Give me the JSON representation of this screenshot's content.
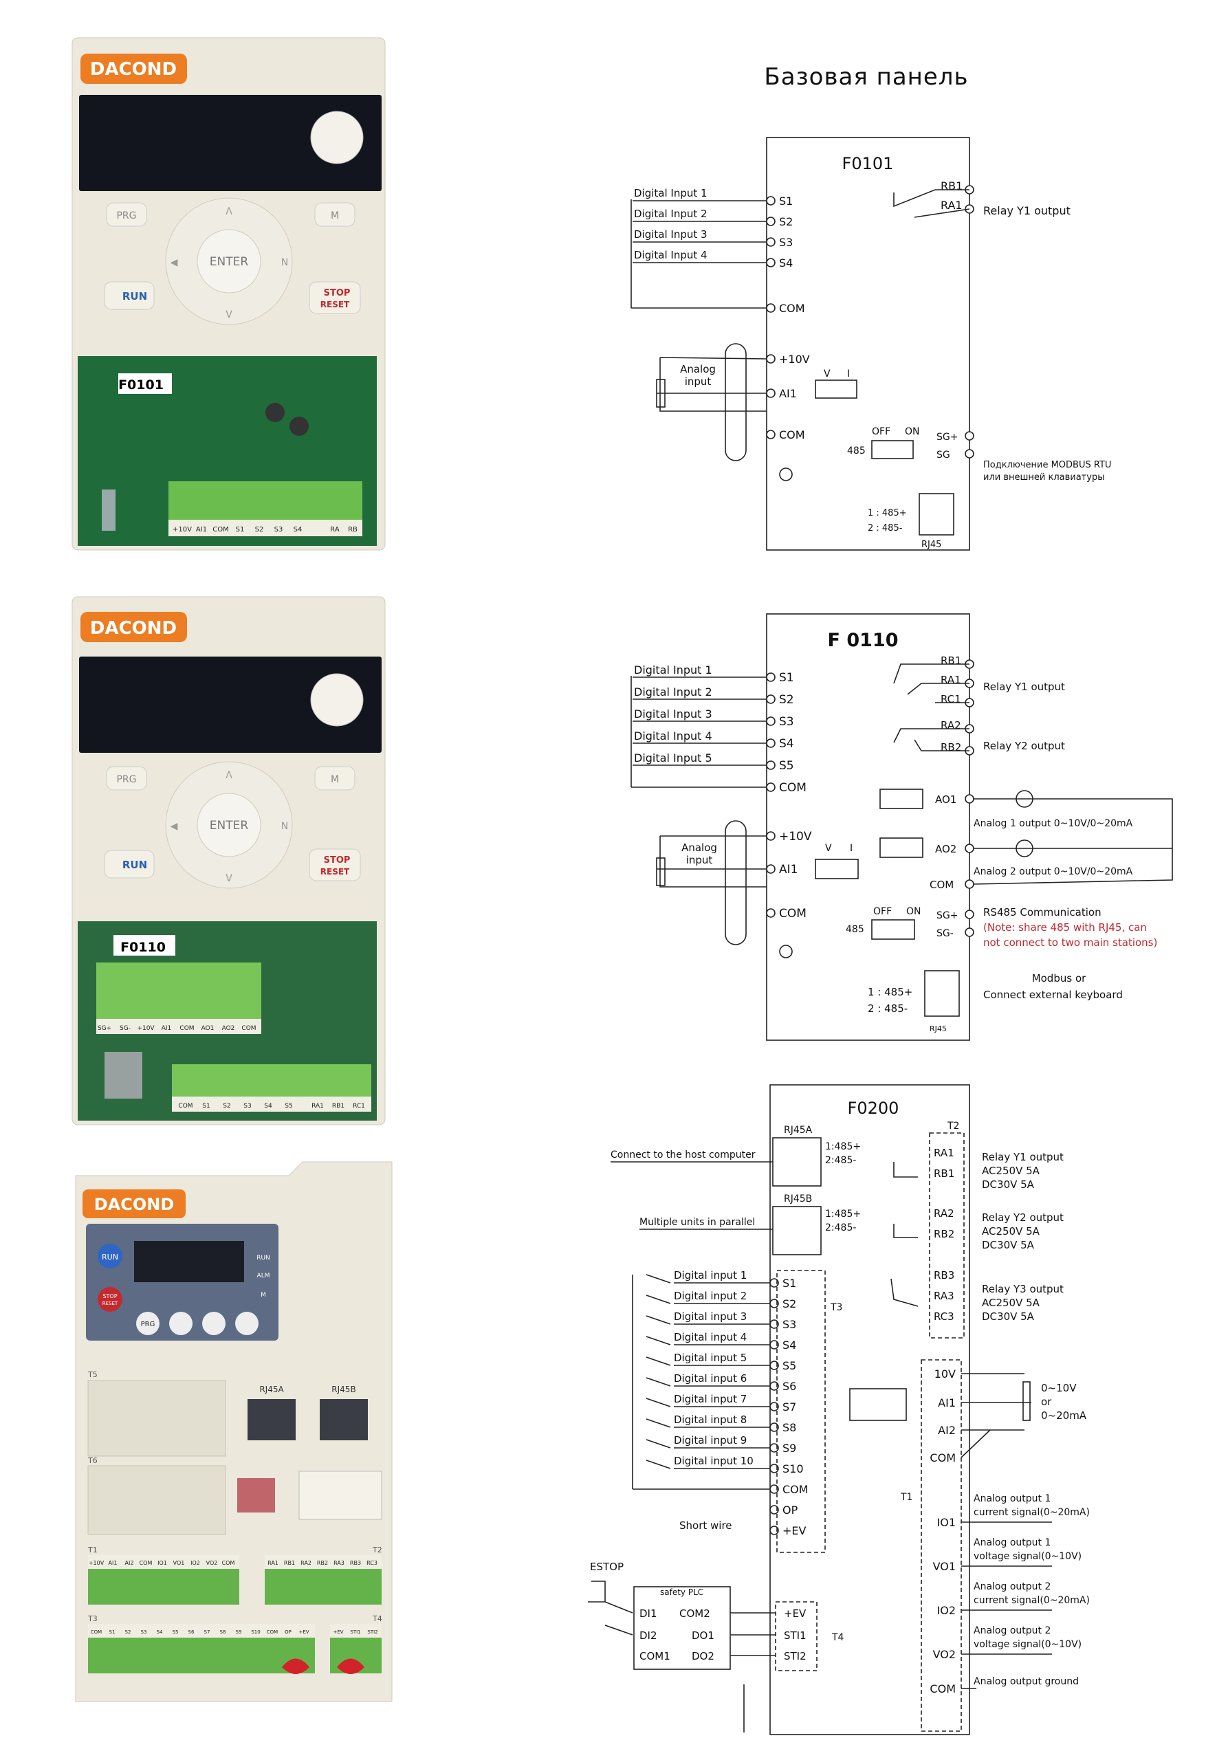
{
  "page_title": "Базовая панель",
  "panel1": {
    "brand": "DACOND",
    "model_tag": "F0101",
    "keys": {
      "prg": "PRG",
      "m": "M",
      "enter": "ENTER",
      "left": "◀",
      "right": "N",
      "up": "Λ",
      "down": "V",
      "run": "RUN",
      "stop": "STOP",
      "reset": "RESET"
    },
    "terminals": [
      "+10V",
      "AI1",
      "COM",
      "S1",
      "S2",
      "S3",
      "S4",
      "RA",
      "RB"
    ]
  },
  "panel2": {
    "brand": "DACOND",
    "model_tag": "F0110",
    "keys": {
      "prg": "PRG",
      "m": "M",
      "enter": "ENTER",
      "left": "◀",
      "right": "N",
      "up": "Λ",
      "down": "V",
      "run": "RUN",
      "stop": "STOP",
      "reset": "RESET"
    },
    "terminals_top": [
      "SG+",
      "SG-",
      "+10V",
      "AI1",
      "COM",
      "AO1",
      "AO2",
      "COM"
    ],
    "terminals_bottom": [
      "COM",
      "S1",
      "S2",
      "S3",
      "S4",
      "S5",
      "RA1",
      "RB1",
      "RC1"
    ]
  },
  "panel3": {
    "brand": "DACOND",
    "keys": {
      "run": "RUN",
      "stop": "STOP",
      "reset": "RESET",
      "prg": "PRG"
    },
    "indicators": [
      "RUN",
      "ALM",
      "M"
    ],
    "slot_t5": "T5",
    "slot_t6": "T6",
    "rj45a": "RJ45A",
    "rj45b": "RJ45B",
    "t1": "T1",
    "t2": "T2",
    "t3": "T3",
    "t4": "T4",
    "t1_terminals": [
      "+10V",
      "AI1",
      "AI2",
      "COM",
      "IO1",
      "VO1",
      "IO2",
      "VO2",
      "COM"
    ],
    "t2_terminals": [
      "RA1",
      "RB1",
      "RA2",
      "RB2",
      "RA3",
      "RB3",
      "RC3"
    ],
    "t3_terminals": [
      "COM",
      "S1",
      "S2",
      "S3",
      "S4",
      "S5",
      "S6",
      "S7",
      "S8",
      "S9",
      "S10",
      "COM",
      "OP",
      "+EV"
    ],
    "t4_terminals": [
      "+EV",
      "STI1",
      "STI2"
    ]
  },
  "diagram1": {
    "title": "F0101",
    "inputs": [
      "Digital Input 1",
      "Digital Input 2",
      "Digital Input 3",
      "Digital Input 4"
    ],
    "terminals": [
      "S1",
      "S2",
      "S3",
      "S4",
      "COM",
      "+10V",
      "AI1",
      "COM"
    ],
    "relay_terms": [
      "RB1",
      "RA1"
    ],
    "relay_label": "Relay Y1 output",
    "analog_label_1": "Analog",
    "analog_label_2": "input",
    "jumper_v": "V",
    "jumper_i": "I",
    "off": "OFF",
    "on": "ON",
    "n485": "485",
    "sg_plus": "SG+",
    "sg_minus": "SG",
    "modbus_note_1": "Подключение MODBUS RTU",
    "modbus_note_2": "или внешней клавиатуры",
    "rj45_1": "1 : 485+",
    "rj45_2": "2 : 485-",
    "rj45": "RJ45"
  },
  "diagram2": {
    "title": "F 0110",
    "inputs": [
      "Digital Input 1",
      "Digital Input 2",
      "Digital Input 3",
      "Digital Input 4",
      "Digital Input 5"
    ],
    "terminals": [
      "S1",
      "S2",
      "S3",
      "S4",
      "S5",
      "COM",
      "+10V",
      "AI1",
      "COM"
    ],
    "relay1_terms": [
      "RB1",
      "RA1",
      "RC1"
    ],
    "relay1_label": "Relay Y1 output",
    "relay2_terms": [
      "RA2",
      "RB2"
    ],
    "relay2_label": "Relay Y2 output",
    "ao1": "AO1",
    "ao2": "AO2",
    "com": "COM",
    "ao1_label": "Analog 1 output 0~10V/0~20mA",
    "ao2_label": "Analog 2 output 0~10V/0~20mA",
    "analog_label_1": "Analog",
    "analog_label_2": "input",
    "jumper_v": "V",
    "jumper_i": "I",
    "off": "OFF",
    "on": "ON",
    "n485": "485",
    "sg_plus": "SG+",
    "sg_minus": "SG-",
    "rs485": "RS485 Communication",
    "note_1": "(Note: share 485 with RJ45, can",
    "note_2": "not connect to two main stations)",
    "modbus_1": "Modbus or",
    "modbus_2": "Connect external keyboard",
    "rj45_1": "1 : 485+",
    "rj45_2": "2 : 485-",
    "rj45": "RJ45"
  },
  "diagram3": {
    "title": "F0200",
    "rj45a": "RJ45A",
    "rj45b": "RJ45B",
    "rj45_lines": [
      "1:485+",
      "2:485-"
    ],
    "host": "Connect to the host computer",
    "parallel": "Multiple units in parallel",
    "inputs": [
      "Digital input 1",
      "Digital input 2",
      "Digital input 3",
      "Digital input 4",
      "Digital input 5",
      "Digital input 6",
      "Digital input 7",
      "Digital input 8",
      "Digital input 9",
      "Digital input 10"
    ],
    "t3_terms": [
      "S1",
      "S2",
      "S3",
      "S4",
      "S5",
      "S6",
      "S7",
      "S8",
      "S9",
      "S10",
      "COM",
      "OP",
      "+EV"
    ],
    "t3": "T3",
    "short_wire": "Short wire",
    "t2": "T2",
    "relay_terms": [
      "RA1",
      "RB1",
      "RA2",
      "RB2",
      "RB3",
      "RA3",
      "RC3"
    ],
    "relay1": [
      "Relay Y1 output",
      "AC250V 5A",
      "DC30V 5A"
    ],
    "relay2": [
      "Relay Y2 output",
      "AC250V 5A",
      "DC30V 5A"
    ],
    "relay3": [
      "Relay Y3 output",
      "AC250V 5A",
      "DC30V 5A"
    ],
    "t1": "T1",
    "t1_terms": [
      "10V",
      "AI1",
      "AI2",
      "COM",
      "IO1",
      "VO1",
      "IO2",
      "VO2",
      "COM"
    ],
    "pot_label": [
      "0~10V",
      "or",
      "0~20mA"
    ],
    "ao_labels": [
      [
        "Analog output 1",
        "current signal(0~20mA)"
      ],
      [
        "Analog output 1",
        "voltage signal(0~10V)"
      ],
      [
        "Analog output 2",
        "current signal(0~20mA)"
      ],
      [
        "Analog output 2",
        "voltage signal(0~10V)"
      ],
      [
        "Analog output ground",
        ""
      ]
    ],
    "estop": "ESTOP",
    "safety_plc": "safety PLC",
    "plc_terms": [
      "DI1",
      "DI2",
      "COM1",
      "COM2",
      "DO1",
      "DO2"
    ],
    "t4_terms": [
      "+EV",
      "STI1",
      "STI2"
    ],
    "t4": "T4"
  }
}
